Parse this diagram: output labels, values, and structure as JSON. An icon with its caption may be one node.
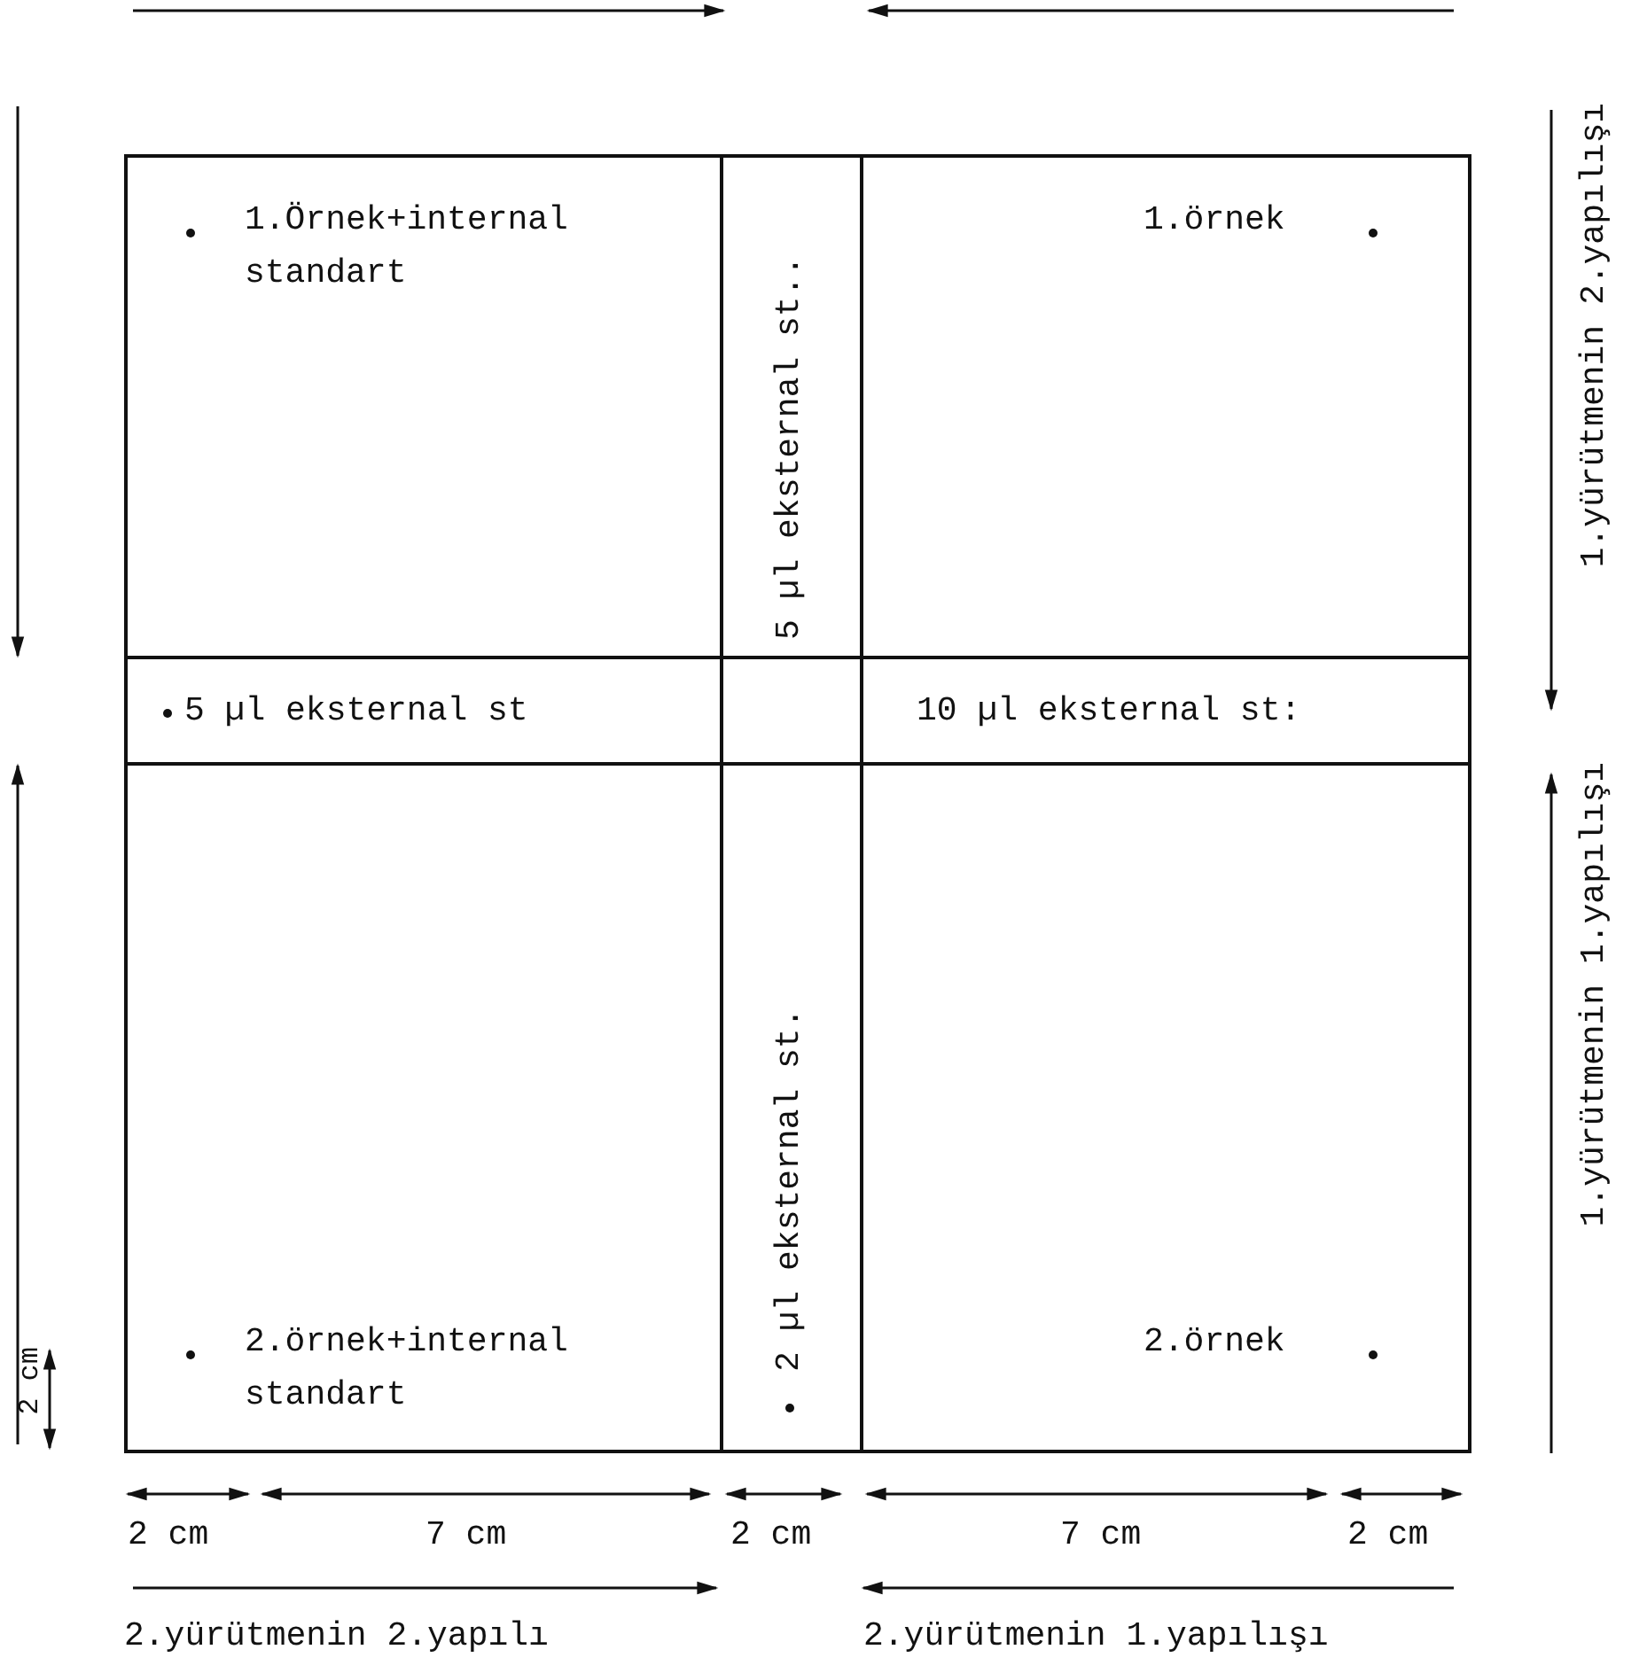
{
  "diagram": {
    "nodes": [
      {
        "text": [
          "1.Örnek+internal standart"
        ]
      },
      {
        "text": [
          "5 µl eksternal st.."
        ]
      },
      {
        "text": [
          "1.örnek"
        ]
      },
      {
        "text": [
          "5 µl eksternal st"
        ]
      },
      {
        "text": [
          "10 µl eksternal st:"
        ]
      },
      {
        "text": [
          "2.örnek+internal standart"
        ]
      },
      {
        "text": [
          "2 µl eksternal st."
        ]
      },
      {
        "text": [
          "2.örnek"
        ]
      }
    ],
    "edges": [],
    "labels": [
      "1.yürütmenin 2.yapılışı",
      "1.yürütmenin 1.yapılışı",
      "2 cm",
      "2 cm",
      "7 cm",
      "2 cm",
      "7 cm",
      "2 cm",
      "2.yürütmenin 2.yapılı",
      "2.yürütmenin 1.yapılışı"
    ]
  }
}
